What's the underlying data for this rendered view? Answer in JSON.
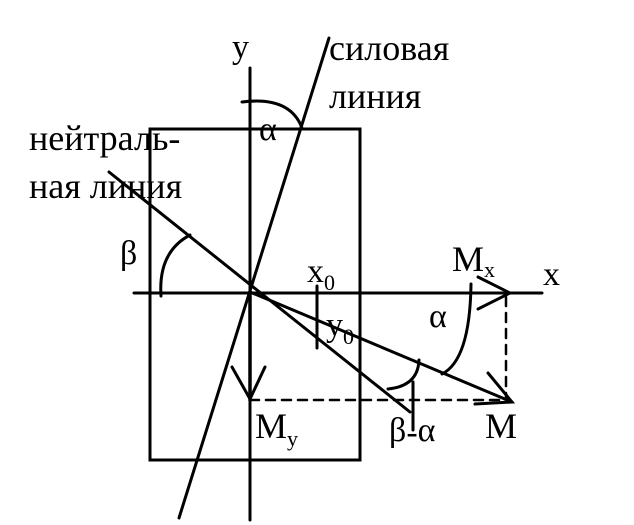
{
  "labels": {
    "y_axis": "y",
    "x_axis": "x",
    "force_line_1": "силовая",
    "force_line_2": "линия",
    "neutral_line_1": "нейтраль-",
    "neutral_line_2": "ная линия",
    "alpha_top": "α",
    "beta_left": "β",
    "x0_main": "x",
    "x0_sub": "0",
    "y0_main": "y",
    "y0_sub": "0",
    "mx_main": "M",
    "mx_sub": "x",
    "alpha_right": "α",
    "my_main": "M",
    "my_sub": "y",
    "beta_minus_alpha_1": "β",
    "beta_minus_alpha_2": "-",
    "beta_minus_alpha_3": "α",
    "m_total": "M"
  }
}
